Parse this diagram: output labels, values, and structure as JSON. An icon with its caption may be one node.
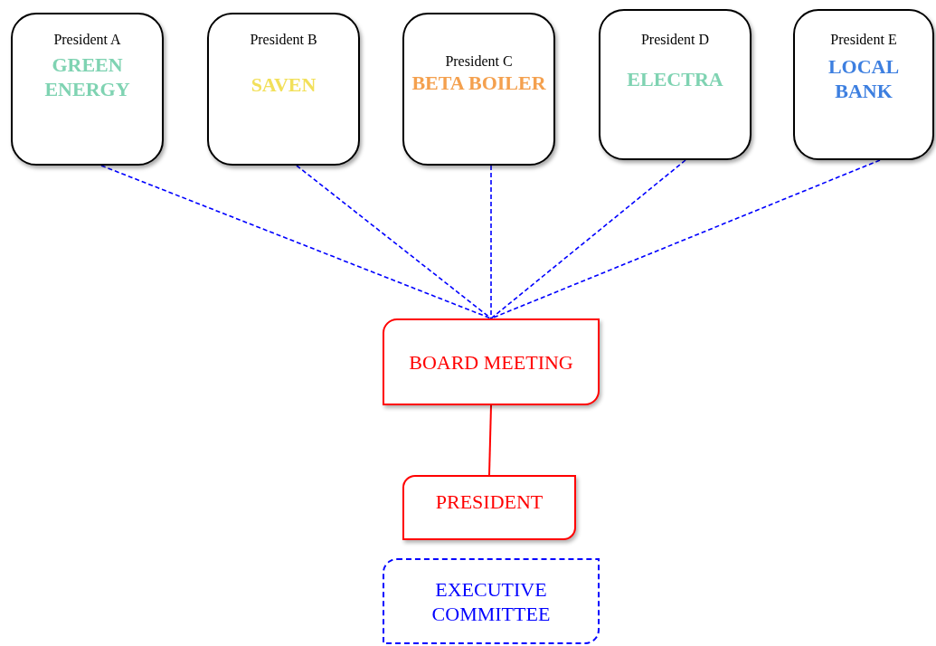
{
  "diagram": {
    "nodes": [
      {
        "text": [
          "President A",
          "GREEN ENERGY"
        ]
      },
      {
        "text": [
          "President B",
          "SAVEN"
        ]
      },
      {
        "text": [
          "President C",
          "BETA BOILER"
        ]
      },
      {
        "text": [
          "President D",
          "ELECTRA"
        ]
      },
      {
        "text": [
          "President E",
          "LOCAL BANK"
        ]
      },
      {
        "text": [
          "BOARD MEETING"
        ]
      },
      {
        "text": [
          "PRESIDENT"
        ]
      },
      {
        "text": [
          "EXECUTIVE COMMITTEE"
        ]
      }
    ],
    "edges": [
      {
        "from": 0,
        "to": 5,
        "arrow": "none",
        "style": "dashed"
      },
      {
        "from": 1,
        "to": 5,
        "arrow": "none",
        "style": "dashed"
      },
      {
        "from": 2,
        "to": 5,
        "arrow": "none",
        "style": "dashed"
      },
      {
        "from": 3,
        "to": 5,
        "arrow": "none",
        "style": "dashed"
      },
      {
        "from": 4,
        "to": 5,
        "arrow": "none",
        "style": "dashed"
      },
      {
        "from": 5,
        "to": 6,
        "arrow": "none",
        "color": "#ff0000"
      }
    ]
  }
}
